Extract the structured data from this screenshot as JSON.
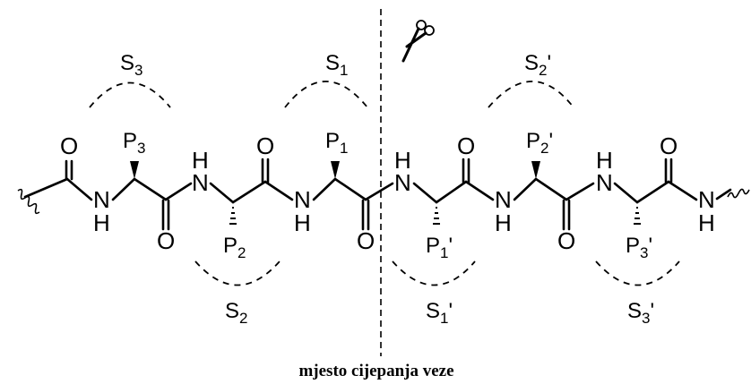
{
  "atoms": {
    "oxygen": "O",
    "nitrogen": "N",
    "hydrogen": "H"
  },
  "residues": [
    {
      "letter": "P",
      "sub": "3",
      "prime": ""
    },
    {
      "letter": "P",
      "sub": "2",
      "prime": ""
    },
    {
      "letter": "P",
      "sub": "1",
      "prime": ""
    },
    {
      "letter": "P",
      "sub": "1",
      "prime": "'"
    },
    {
      "letter": "P",
      "sub": "2",
      "prime": "'"
    },
    {
      "letter": "P",
      "sub": "3",
      "prime": "'"
    }
  ],
  "subsites": [
    {
      "letter": "S",
      "sub": "3",
      "prime": ""
    },
    {
      "letter": "S",
      "sub": "2",
      "prime": ""
    },
    {
      "letter": "S",
      "sub": "1",
      "prime": ""
    },
    {
      "letter": "S",
      "sub": "1",
      "prime": "'"
    },
    {
      "letter": "S",
      "sub": "2",
      "prime": "'"
    },
    {
      "letter": "S",
      "sub": "3",
      "prime": "'"
    }
  ],
  "caption": "mjesto cijepanja veze",
  "icons": {
    "scissors": "scissors-icon"
  }
}
